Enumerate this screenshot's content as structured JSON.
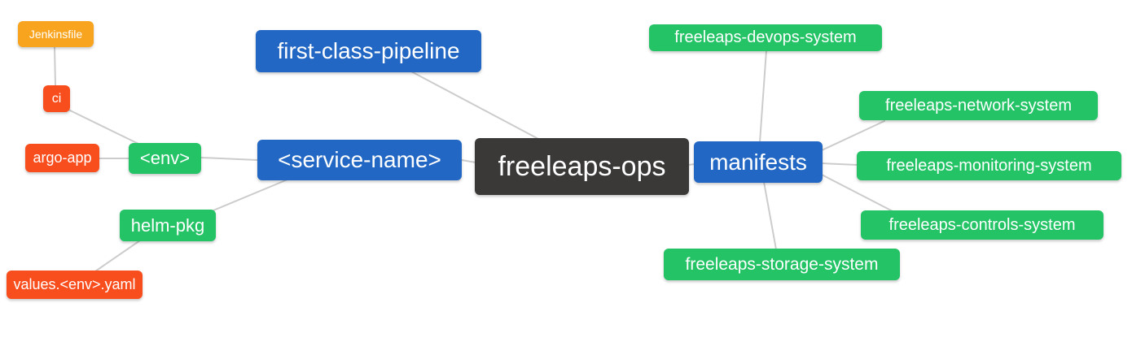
{
  "palette": {
    "root": "#3b3838",
    "branch_blue": "#2267c3",
    "leaf_green": "#23c366",
    "leaf_red": "#f84e1d",
    "leaf_orange": "#f8a41e",
    "edge": "#cccccc",
    "text": "#ffffff",
    "background": "#ffffff"
  },
  "nodes": [
    {
      "id": "jenkinsfile",
      "label": "Jenkinsfile",
      "color": "#f8a41e"
    },
    {
      "id": "ci",
      "label": "ci",
      "color": "#f84e1d"
    },
    {
      "id": "argo-app",
      "label": "argo-app",
      "color": "#f84e1d"
    },
    {
      "id": "env",
      "label": "<env>",
      "color": "#23c366"
    },
    {
      "id": "helm-pkg",
      "label": "helm-pkg",
      "color": "#23c366"
    },
    {
      "id": "values-env-yaml",
      "label": "values.<env>.yaml",
      "color": "#f84e1d"
    },
    {
      "id": "first-class-pipeline",
      "label": "first-class-pipeline",
      "color": "#2267c3"
    },
    {
      "id": "service-name",
      "label": "<service-name>",
      "color": "#2267c3"
    },
    {
      "id": "freeleaps-ops",
      "label": "freeleaps-ops",
      "color": "#3b3838"
    },
    {
      "id": "manifests",
      "label": "manifests",
      "color": "#2267c3"
    },
    {
      "id": "devops-system",
      "label": "freeleaps-devops-system",
      "color": "#23c366"
    },
    {
      "id": "network-system",
      "label": "freeleaps-network-system",
      "color": "#23c366"
    },
    {
      "id": "monitoring-system",
      "label": "freeleaps-monitoring-system",
      "color": "#23c366"
    },
    {
      "id": "controls-system",
      "label": "freeleaps-controls-system",
      "color": "#23c366"
    },
    {
      "id": "storage-system",
      "label": "freeleaps-storage-system",
      "color": "#23c366"
    }
  ],
  "edges": [
    {
      "from": "jenkinsfile",
      "to": "ci"
    },
    {
      "from": "ci",
      "to": "env"
    },
    {
      "from": "argo-app",
      "to": "env"
    },
    {
      "from": "env",
      "to": "service-name"
    },
    {
      "from": "service-name",
      "to": "helm-pkg"
    },
    {
      "from": "helm-pkg",
      "to": "values-env-yaml"
    },
    {
      "from": "first-class-pipeline",
      "to": "freeleaps-ops"
    },
    {
      "from": "service-name",
      "to": "freeleaps-ops"
    },
    {
      "from": "freeleaps-ops",
      "to": "manifests"
    },
    {
      "from": "manifests",
      "to": "devops-system"
    },
    {
      "from": "manifests",
      "to": "network-system"
    },
    {
      "from": "manifests",
      "to": "monitoring-system"
    },
    {
      "from": "manifests",
      "to": "controls-system"
    },
    {
      "from": "manifests",
      "to": "storage-system"
    }
  ]
}
